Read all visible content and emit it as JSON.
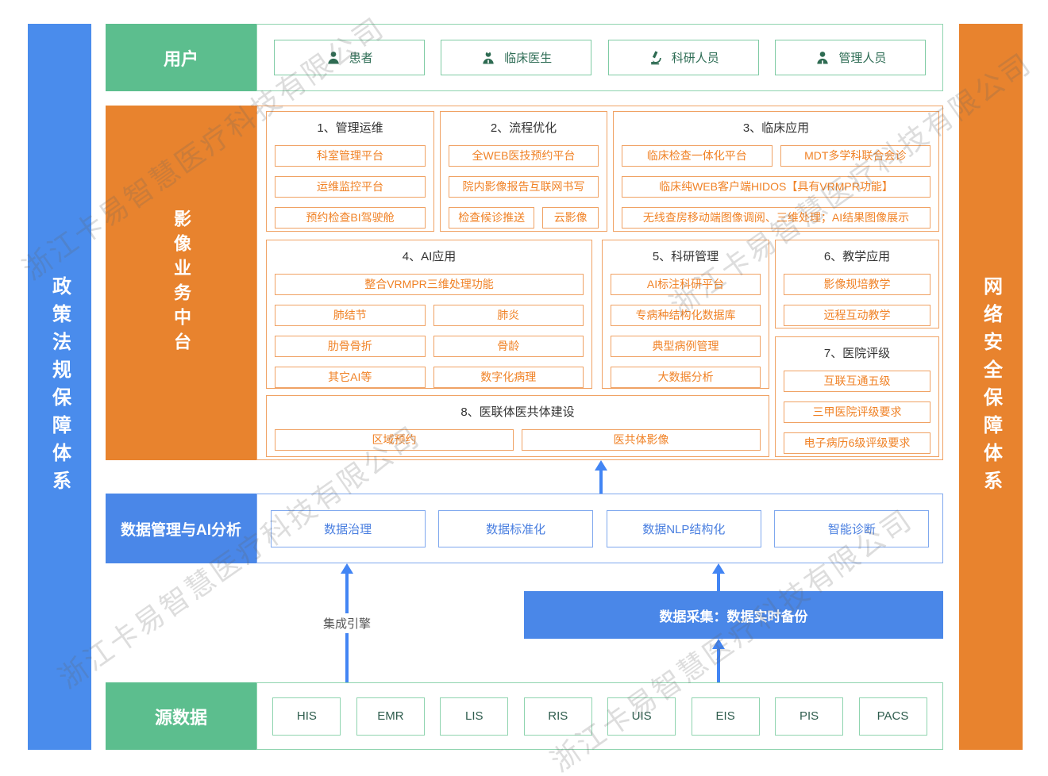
{
  "watermark": {
    "text": "浙江卡易智慧医疗科技有限公司"
  },
  "side_left": {
    "label": "政策法规保障体系"
  },
  "side_right": {
    "label": "网络安全保障体系"
  },
  "users": {
    "label": "用户",
    "items": [
      {
        "label": "患者"
      },
      {
        "label": "临床医生"
      },
      {
        "label": "科研人员"
      },
      {
        "label": "管理人员"
      }
    ]
  },
  "platform": {
    "label": "影像业务中台",
    "groups": {
      "g1": {
        "title": "1、管理运维",
        "items": [
          "科室管理平台",
          "运维监控平台",
          "预约检查BI驾驶舱"
        ]
      },
      "g2": {
        "title": "2、流程优化",
        "items": [
          "全WEB医技预约平台",
          "院内影像报告互联网书写",
          "检查候诊推送",
          "云影像"
        ]
      },
      "g3": {
        "title": "3、临床应用",
        "items": [
          "临床检查一体化平台",
          "MDT多学科联合会诊",
          "临床纯WEB客户端HIDOS【具有VRMPR功能】",
          "无线查房移动端图像调阅、三维处理；AI结果图像展示"
        ]
      },
      "g4": {
        "title": "4、AI应用",
        "items": [
          "整合VRMPR三维处理功能",
          "肺结节",
          "肺炎",
          "肋骨骨折",
          "骨龄",
          "其它AI等",
          "数字化病理"
        ]
      },
      "g5": {
        "title": "5、科研管理",
        "items": [
          "AI标注科研平台",
          "专病种结构化数据库",
          "典型病例管理",
          "大数据分析"
        ]
      },
      "g6": {
        "title": "6、教学应用",
        "items": [
          "影像规培教学",
          "远程互动教学"
        ]
      },
      "g7": {
        "title": "7、医院评级",
        "items": [
          "互联互通五级",
          "三甲医院评级要求",
          "电子病历6级评级要求"
        ]
      },
      "g8": {
        "title": "8、医联体医共体建设",
        "items": [
          "区域预约",
          "医共体影像"
        ]
      }
    }
  },
  "data_mgmt": {
    "label": "数据管理与AI分析",
    "items": [
      "数据治理",
      "数据标准化",
      "数据NLP结构化",
      "智能诊断"
    ]
  },
  "integration": {
    "label": "集成引擎"
  },
  "collection": {
    "label": "数据采集：数据实时备份"
  },
  "source": {
    "label": "源数据",
    "items": [
      "HIS",
      "EMR",
      "LIS",
      "RIS",
      "UIS",
      "EIS",
      "PIS",
      "PACS"
    ]
  },
  "colors": {
    "blue": "#4a87e8",
    "green": "#5cbe8e",
    "orange": "#e8832e",
    "orange_text": "#f08226"
  }
}
